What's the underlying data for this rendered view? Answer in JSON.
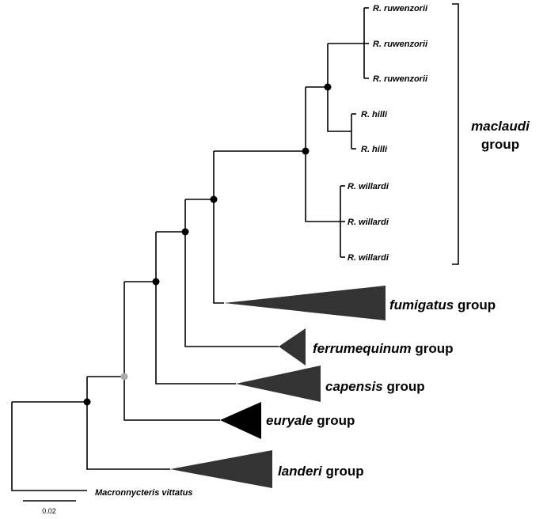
{
  "tips": {
    "ruwenzorii_1": "R. ruwenzorii",
    "ruwenzorii_2": "R. ruwenzorii",
    "ruwenzorii_3": "R. ruwenzorii",
    "hilli_1": "R. hilli",
    "hilli_2": "R. hilli",
    "willardi_1": "R. willardi",
    "willardi_2": "R. willardi",
    "willardi_3": "R. willardi",
    "outgroup": "Macronnycteris vittatus"
  },
  "groups": {
    "fumigatus": {
      "name": "fumigatus",
      "suffix": " group"
    },
    "ferrumequinum": {
      "name": "ferrumequinum",
      "suffix": " group"
    },
    "capensis": {
      "name": "capensis",
      "suffix": " group"
    },
    "euryale": {
      "name": "euryale",
      "suffix": " group"
    },
    "landeri": {
      "name": "landeri",
      "suffix": " group"
    }
  },
  "bracket": {
    "line1": "maclaudi",
    "line2": "group"
  },
  "scale_bar": {
    "label": "0.02"
  },
  "colors": {
    "branch": "#000000",
    "wedge": "#333333",
    "euryale_wedge": "#000000",
    "support_node": "#000000",
    "weak_node": "#aaaaaa"
  }
}
